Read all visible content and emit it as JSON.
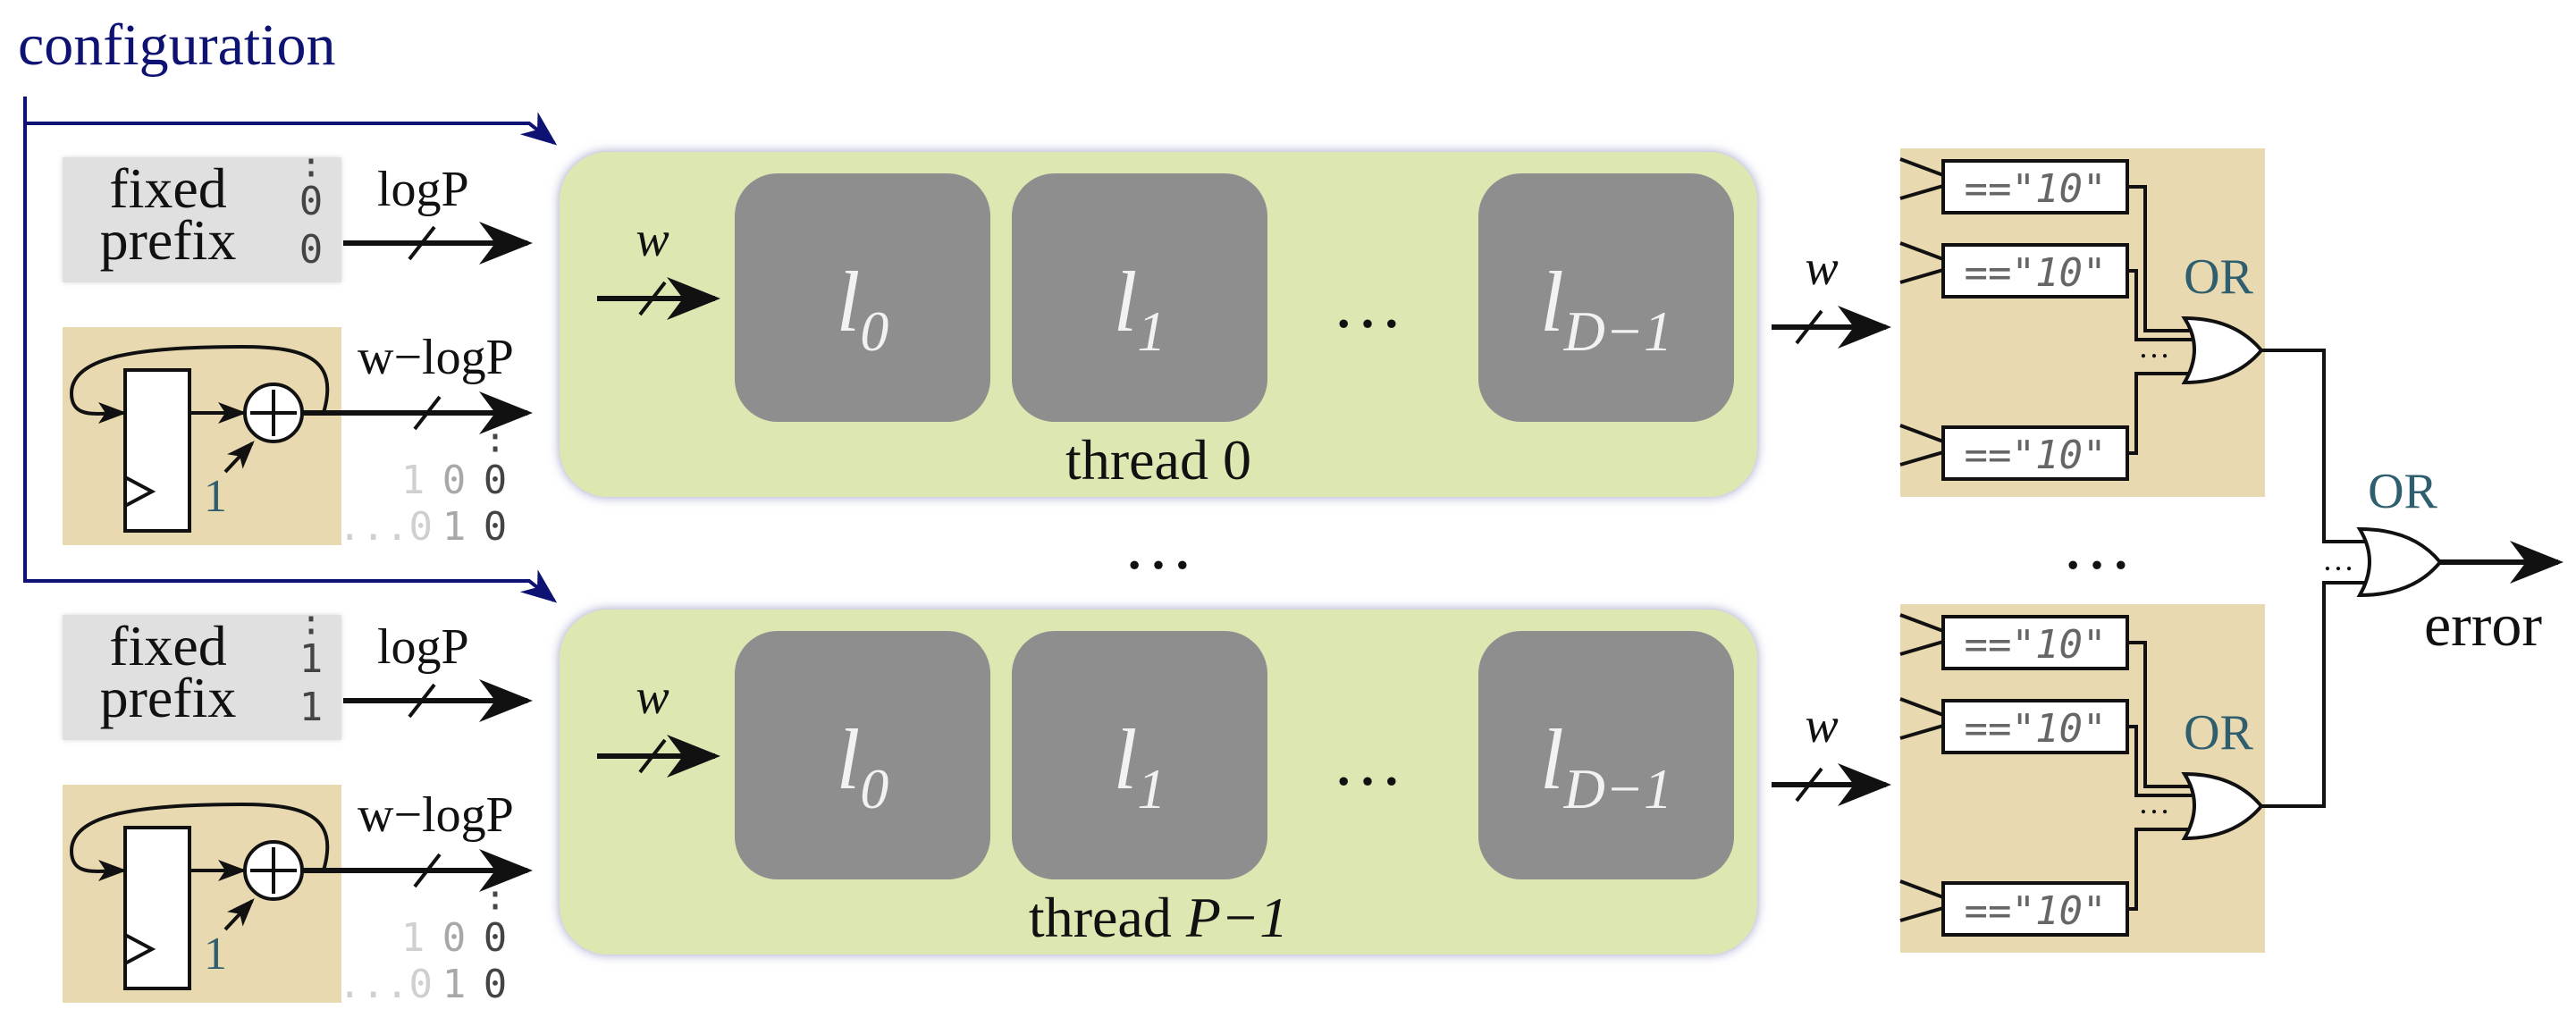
{
  "config_label": "configuration",
  "colors": {
    "config": "#0d1273",
    "thread_bg": "#dde7b1",
    "thread_glow": "#9aa0c8",
    "lane_bg": "#8e8e8e",
    "lane_text": "#f2f2f2",
    "tan_bg": "#e8d9b0",
    "prefix_bg": "#e0e0e0",
    "or_label": "#2f5e6e",
    "increment": "#2f5e6e"
  },
  "threads": [
    {
      "label_prefix": "thread ",
      "label_index": "0",
      "prefix_word1": "fixed",
      "prefix_word2": "prefix",
      "prefix_dots": "∶",
      "prefix_bits": [
        "0",
        "0"
      ],
      "top_bus_label": "logP",
      "bottom_bus_label": "w−logP",
      "input_label": "w",
      "output_label": "w",
      "increment": "1",
      "counter_dots": "∶",
      "counter_row1": [
        "1",
        "0",
        "0"
      ],
      "counter_row2": [
        "...0",
        "1",
        "0"
      ],
      "lanes": [
        {
          "base": "l",
          "sub": "0"
        },
        {
          "base": "l",
          "sub": "1"
        },
        {
          "base": "l",
          "sub": "D−1"
        }
      ],
      "lane_ellipsis": "…",
      "checks": [
        "==\"10\"",
        "==\"10\"",
        "==\"10\""
      ],
      "check_ellipsis": "…",
      "or_label": "OR"
    },
    {
      "label_prefix": "thread ",
      "label_index": "P−1",
      "prefix_word1": "fixed",
      "prefix_word2": "prefix",
      "prefix_dots": "∶",
      "prefix_bits": [
        "1",
        "1"
      ],
      "top_bus_label": "logP",
      "bottom_bus_label": "w−logP",
      "input_label": "w",
      "output_label": "w",
      "increment": "1",
      "counter_dots": "∶",
      "counter_row1": [
        "1",
        "0",
        "0"
      ],
      "counter_row2": [
        "...0",
        "1",
        "0"
      ],
      "lanes": [
        {
          "base": "l",
          "sub": "0"
        },
        {
          "base": "l",
          "sub": "1"
        },
        {
          "base": "l",
          "sub": "D−1"
        }
      ],
      "lane_ellipsis": "…",
      "checks": [
        "==\"10\"",
        "==\"10\"",
        "==\"10\""
      ],
      "check_ellipsis": "…",
      "or_label": "OR"
    }
  ],
  "middle_ellipsis": "…",
  "right_ellipsis": "…",
  "final_or_label": "OR",
  "final_or_ellipsis": "…",
  "output_label": "error"
}
